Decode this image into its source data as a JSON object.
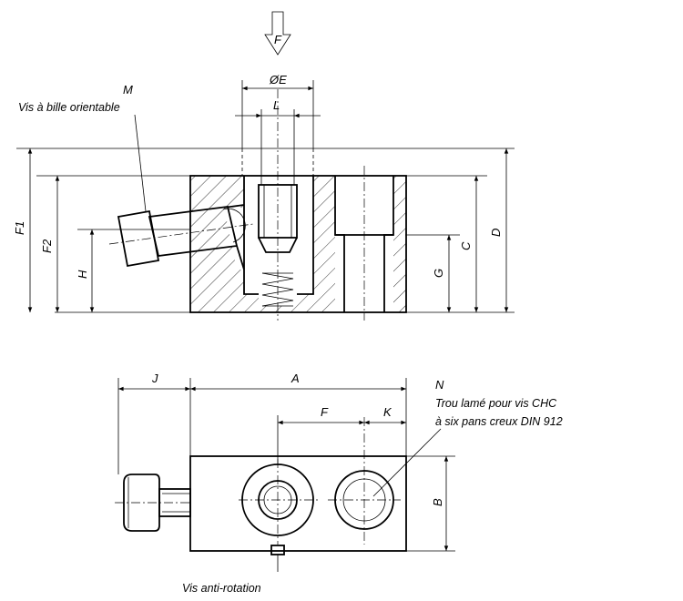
{
  "labels": {
    "force": "F",
    "dia_e": "ØE",
    "l": "L",
    "m": "M",
    "m_desc": "Vis à bille orientable",
    "f1": "F1",
    "f2": "F2",
    "h": "H",
    "g": "G",
    "c": "C",
    "d": "D",
    "j": "J",
    "a": "A",
    "n": "N",
    "n_desc_1": "Trou lamé pour vis CHC",
    "n_desc_2": "à six pans creux DIN 912",
    "f": "F",
    "k": "K",
    "b": "B",
    "anti_rotation": "Vis anti-rotation"
  }
}
